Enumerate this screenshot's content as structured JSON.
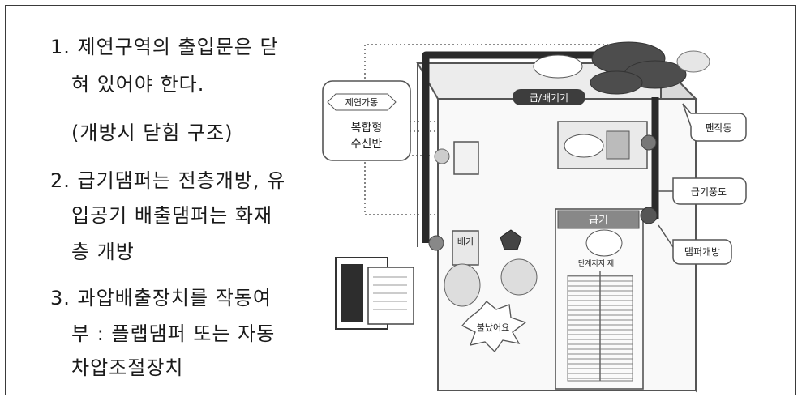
{
  "text_lines": [
    "1. 제연구역의 출입문은 닫",
    "혀 있어야 한다.",
    "(개방시 닫힘 구조)",
    "2. 급기댐퍼는 전층개방, 유",
    "입공기 배출댐퍼는 화재",
    "층 개방",
    "3. 과압배출장치를 작동여",
    "부 : 플랩댐퍼 또는 자동",
    "차압조절장치"
  ],
  "diagram": {
    "panel_sign": "제연가동",
    "panel_title_1": "복합형",
    "panel_title_2": "수신반",
    "fan_label": "급/배기기",
    "fan_callout": "팬작동",
    "duct_callout": "급기풍도",
    "damper_callout": "댐퍼개방",
    "exhaust_vent": "배기",
    "supply_vent": "급기",
    "stair_sign": "단계지지 제",
    "fire_label": "불났어요"
  },
  "colors": {
    "frame": "#3a3a3a",
    "duct": "#2a2a2a",
    "smoke_dark": "#4d4d4d",
    "fan_label_bg": "#3d3d3d"
  }
}
